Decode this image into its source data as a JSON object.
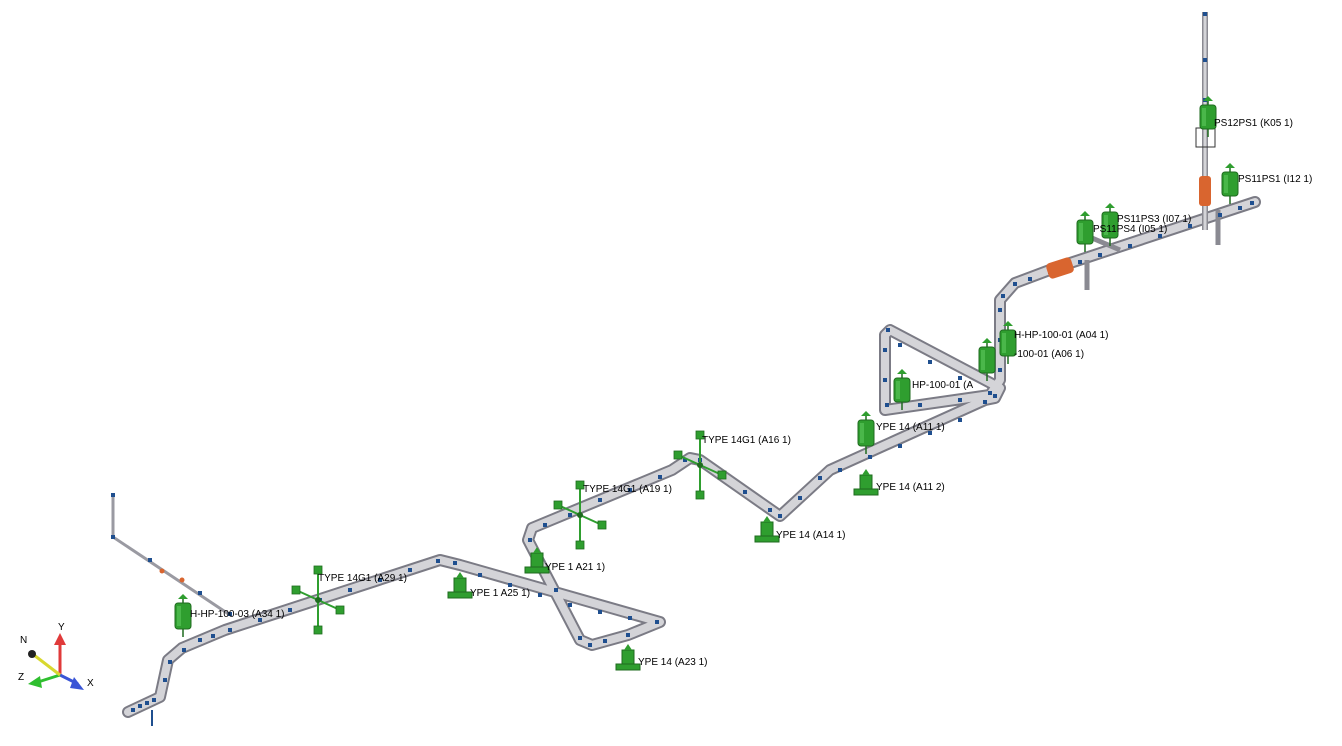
{
  "labels": {
    "ps12ps1": "PS12PS1 (K05  1)",
    "ps11ps1": "PS11PS1 (I12  1)",
    "ps11ps3": "PS11PS3 (I07  1)",
    "ps11ps4": "PS11PS4 (I05  1)",
    "a04": "H-HP-100-01 (A04  1)",
    "a06": "-100-01 (A06  1)",
    "a09": "HP-100-01 (A",
    "a11_1": "YPE 14 (A11  1)",
    "a11_2": "YPE 14 (A11  2)",
    "a14": "YPE 14 (A14  1)",
    "a16": "TYPE 14G1 (A16  1)",
    "a19": "TYPE 14G1 (A19  1)",
    "a21": "YPE 1  A21  1)",
    "a23": "YPE 14 (A23  1)",
    "a25": "YPE 1  A25  1)",
    "a29": "TYPE 14G1 (A29  1)",
    "a34": "H-HP-100-03 (A34  1)"
  },
  "axes": {
    "y": "Y",
    "x": "X",
    "z": "Z",
    "n": "N"
  },
  "colors": {
    "pipe": "#d4d4d8",
    "pipe_edge": "#7b7b85",
    "node": "#1f4f8f",
    "support": "#2f9e2f",
    "support_dark": "#1f6b1f",
    "valve": "#d9652f",
    "axis_x": "#3a55d6",
    "axis_y": "#e03a3a",
    "axis_z": "#2fbf2f",
    "axis_n": "#d8d82f"
  }
}
